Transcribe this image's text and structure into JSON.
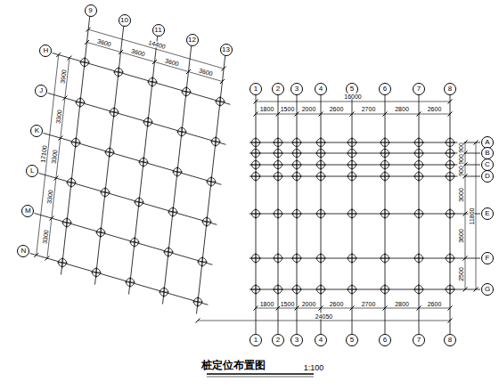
{
  "diagram": {
    "title": "桩定位布置图",
    "nodes": [
      {
        "text": [
          "1"
        ]
      },
      {
        "text": [
          "2"
        ]
      },
      {
        "text": [
          "3"
        ]
      },
      {
        "text": [
          "4"
        ]
      },
      {
        "text": [
          "5"
        ]
      },
      {
        "text": [
          "6"
        ]
      },
      {
        "text": [
          "7"
        ]
      },
      {
        "text": [
          "8"
        ]
      },
      {
        "text": [
          "1"
        ]
      },
      {
        "text": [
          "2"
        ]
      },
      {
        "text": [
          "3"
        ]
      },
      {
        "text": [
          "4"
        ]
      },
      {
        "text": [
          "5"
        ]
      },
      {
        "text": [
          "6"
        ]
      },
      {
        "text": [
          "7"
        ]
      },
      {
        "text": [
          "8"
        ]
      },
      {
        "text": [
          "A"
        ]
      },
      {
        "text": [
          "B"
        ]
      },
      {
        "text": [
          "C"
        ]
      },
      {
        "text": [
          "D"
        ]
      },
      {
        "text": [
          "E"
        ]
      },
      {
        "text": [
          "F"
        ]
      },
      {
        "text": [
          "G"
        ]
      },
      {
        "text": [
          "9"
        ]
      },
      {
        "text": [
          "10"
        ]
      },
      {
        "text": [
          "11"
        ]
      },
      {
        "text": [
          "12"
        ]
      },
      {
        "text": [
          "13"
        ]
      },
      {
        "text": [
          "H"
        ]
      },
      {
        "text": [
          "J"
        ]
      },
      {
        "text": [
          "K"
        ]
      },
      {
        "text": [
          "L"
        ]
      },
      {
        "text": [
          "M"
        ]
      },
      {
        "text": [
          "N"
        ]
      }
    ],
    "edges": [
      {
        "from": 0,
        "to": 8,
        "arrow": "none"
      },
      {
        "from": 1,
        "to": 9,
        "arrow": "none"
      },
      {
        "from": 2,
        "to": 10,
        "arrow": "none"
      },
      {
        "from": 3,
        "to": 11,
        "arrow": "none"
      },
      {
        "from": 4,
        "to": 12,
        "arrow": "none"
      },
      {
        "from": 5,
        "to": 13,
        "arrow": "none"
      },
      {
        "from": 6,
        "to": 14,
        "arrow": "none"
      },
      {
        "from": 7,
        "to": 15,
        "arrow": "none"
      }
    ],
    "labels": [
      "1:100",
      "1800",
      "1500",
      "2000",
      "2600",
      "2700",
      "2800",
      "2600",
      "16000",
      "1800",
      "1500",
      "2000",
      "2600",
      "2700",
      "2800",
      "2600",
      "24050",
      "900",
      "900",
      "900",
      "3000",
      "3600",
      "2500",
      "11800",
      "3600",
      "3600",
      "3600",
      "3600",
      "14400",
      "3900",
      "3300",
      "3300",
      "3300",
      "3300",
      "17100"
    ]
  }
}
